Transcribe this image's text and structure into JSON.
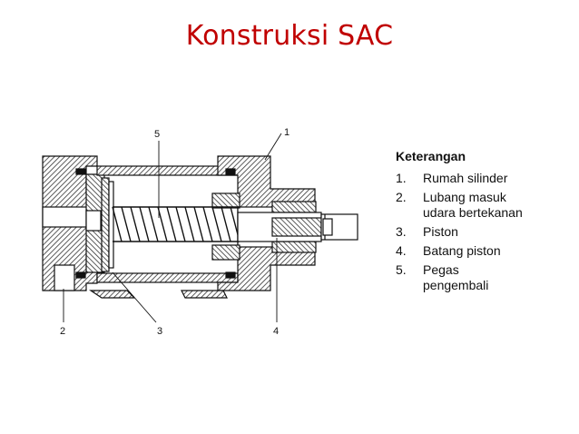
{
  "slide": {
    "title": "Konstruksi SAC"
  },
  "diagram": {
    "callouts": [
      "5",
      "1",
      "2",
      "3",
      "4"
    ]
  },
  "legend": {
    "title": "Keterangan",
    "items": [
      {
        "num": "1.",
        "text": "Rumah silinder"
      },
      {
        "num": "2.",
        "text": "Lubang masuk\nudara bertekanan"
      },
      {
        "num": "3.",
        "text": "Piston"
      },
      {
        "num": "4.",
        "text": "Batang piston"
      },
      {
        "num": "5.",
        "text": "Pegas\npengembali"
      }
    ]
  },
  "colors": {
    "title": "#c00000",
    "line": "#111111",
    "hatch_fill": "#555555"
  }
}
